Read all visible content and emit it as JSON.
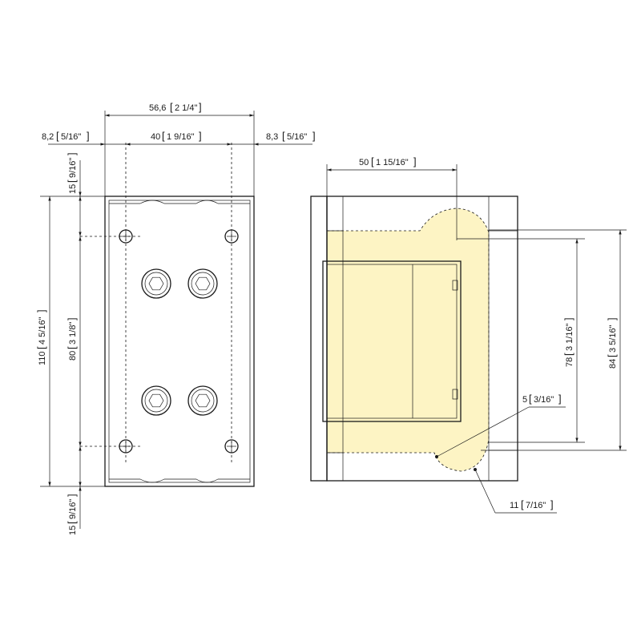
{
  "colors": {
    "line": "#1a1a1a",
    "highlight": "#fdf4c4",
    "background": "#ffffff"
  },
  "dimensions": {
    "overall_width": {
      "metric": "56,6",
      "imperial": "2 1/4\""
    },
    "left_edge": {
      "metric": "8,2",
      "imperial": "5/16\""
    },
    "hole_spacing": {
      "metric": "40",
      "imperial": "1 9/16\""
    },
    "right_edge": {
      "metric": "8,3",
      "imperial": "5/16\""
    },
    "top_edge": {
      "metric": "15",
      "imperial": "9/16\""
    },
    "overall_height": {
      "metric": "110",
      "imperial": "4 5/16\""
    },
    "hole_vertical": {
      "metric": "80",
      "imperial": "3 1/8\""
    },
    "bottom_edge": {
      "metric": "15",
      "imperial": "9/16\""
    },
    "glass_depth": {
      "metric": "50",
      "imperial": "1 15/16\""
    },
    "inner_height": {
      "metric": "78",
      "imperial": "3 1/16\""
    },
    "cutout_height": {
      "metric": "84",
      "imperial": "3 5/16\""
    },
    "corner_gap": {
      "metric": "5",
      "imperial": "3/16\""
    },
    "cutout_radius": {
      "metric": "11",
      "imperial": "7/16\""
    }
  }
}
